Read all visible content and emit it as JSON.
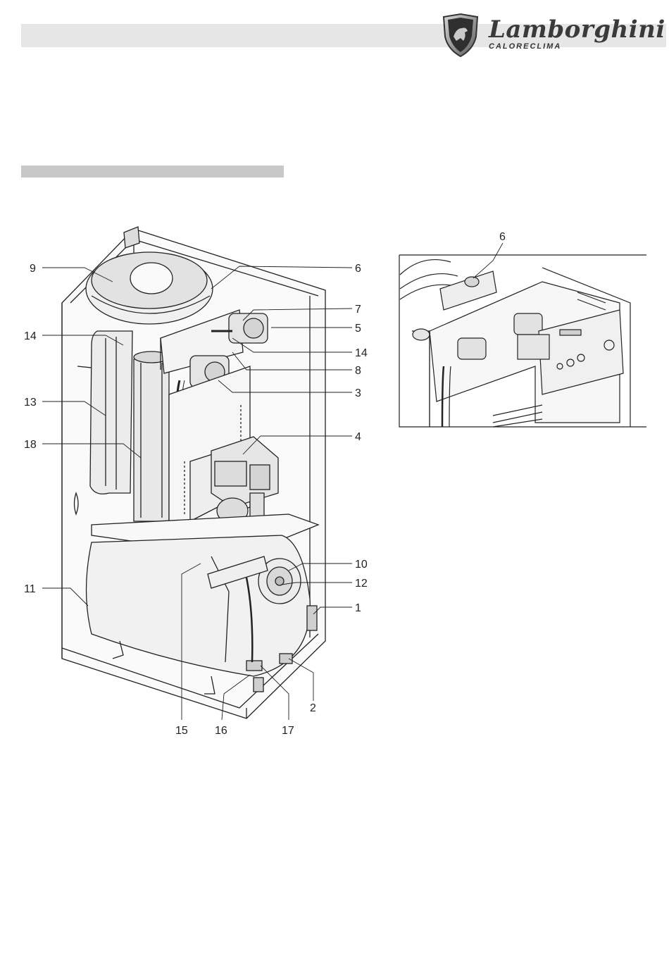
{
  "brand": {
    "name": "Lamborghini",
    "sub": "CALORECLIMA"
  },
  "main_figure": {
    "callouts": {
      "c9": "9",
      "c6": "6",
      "c7": "7",
      "c5": "5",
      "c14a": "14",
      "c14b": "14",
      "c8": "8",
      "c3": "3",
      "c13": "13",
      "c18": "18",
      "c4": "4",
      "c10": "10",
      "c12": "12",
      "c11": "11",
      "c1": "1",
      "c2": "2",
      "c15": "15",
      "c16": "16",
      "c17": "17"
    }
  },
  "detail_figure": {
    "callout": "6"
  }
}
